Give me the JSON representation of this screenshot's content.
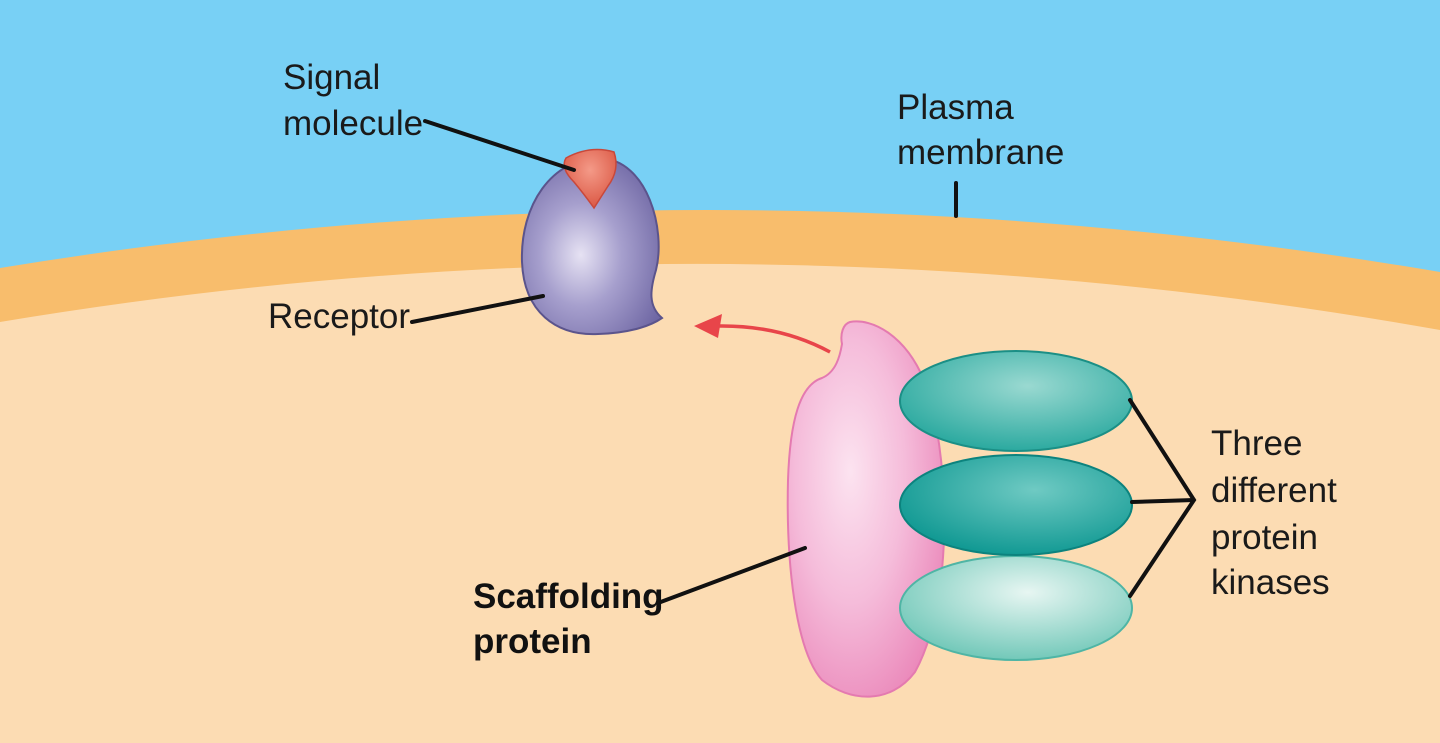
{
  "diagram": {
    "labels": {
      "signal_molecule": [
        "Signal",
        "molecule"
      ],
      "plasma_membrane": [
        "Plasma",
        "membrane"
      ],
      "receptor": "Receptor",
      "scaffolding_protein": [
        "Scaffolding",
        "protein"
      ],
      "kinases": [
        "Three",
        "different",
        "protein",
        "kinases"
      ]
    },
    "colors": {
      "extracellular": "#78d0f5",
      "membrane": "#f8bd6c",
      "cytoplasm": "#fcdcb3",
      "receptor": "#8c83bb",
      "signal_molecule": "#e56a55",
      "scaffold": "#f3a9cf",
      "kinase_top": "#37b4ab",
      "kinase_middle": "#13a49f",
      "kinase_bottom": "#8ad4c7",
      "arrow": "#e8454a"
    }
  }
}
